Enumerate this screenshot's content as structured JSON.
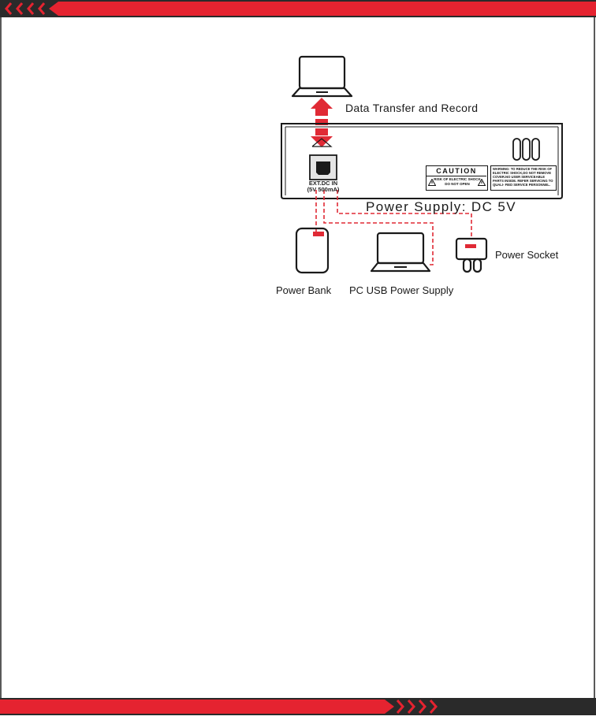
{
  "diagram": {
    "data_transfer_label": "Data Transfer and Record",
    "power_supply_label": "Power Supply: DC 5V",
    "port_label_line1": "EXT.DC IN",
    "port_label_line2": "(5V 500mA)",
    "caution_title": "CAUTION",
    "caution_line1": "RISK OF ELECTRIC SHOCK",
    "caution_line2": "DO NOT OPEN",
    "warning_head": "WARNING:",
    "warning_text": "TO REDUCE THE RISK OF ELECTRIC SHOCK,DO NOT REMOVE COVER.NO USER SERVICEABLE PARTS INSIDE. REFER SERVICING TO QUALI- FIED SERVICE PERSONNEL.",
    "power_bank_label": "Power Bank",
    "pc_usb_label": "PC USB Power Supply",
    "power_socket_label": "Power Socket"
  },
  "colors": {
    "accent_red": "#e52330",
    "dark_band": "#2a2a2a",
    "line_color": "#1a1a1a",
    "dash_red": "#e02a35"
  },
  "icons": [
    "laptop-icon",
    "double-arrow-icon",
    "usb-port-icon",
    "power-bank-icon",
    "laptop-icon",
    "wall-plug-icon",
    "warning-triangle-icon"
  ]
}
